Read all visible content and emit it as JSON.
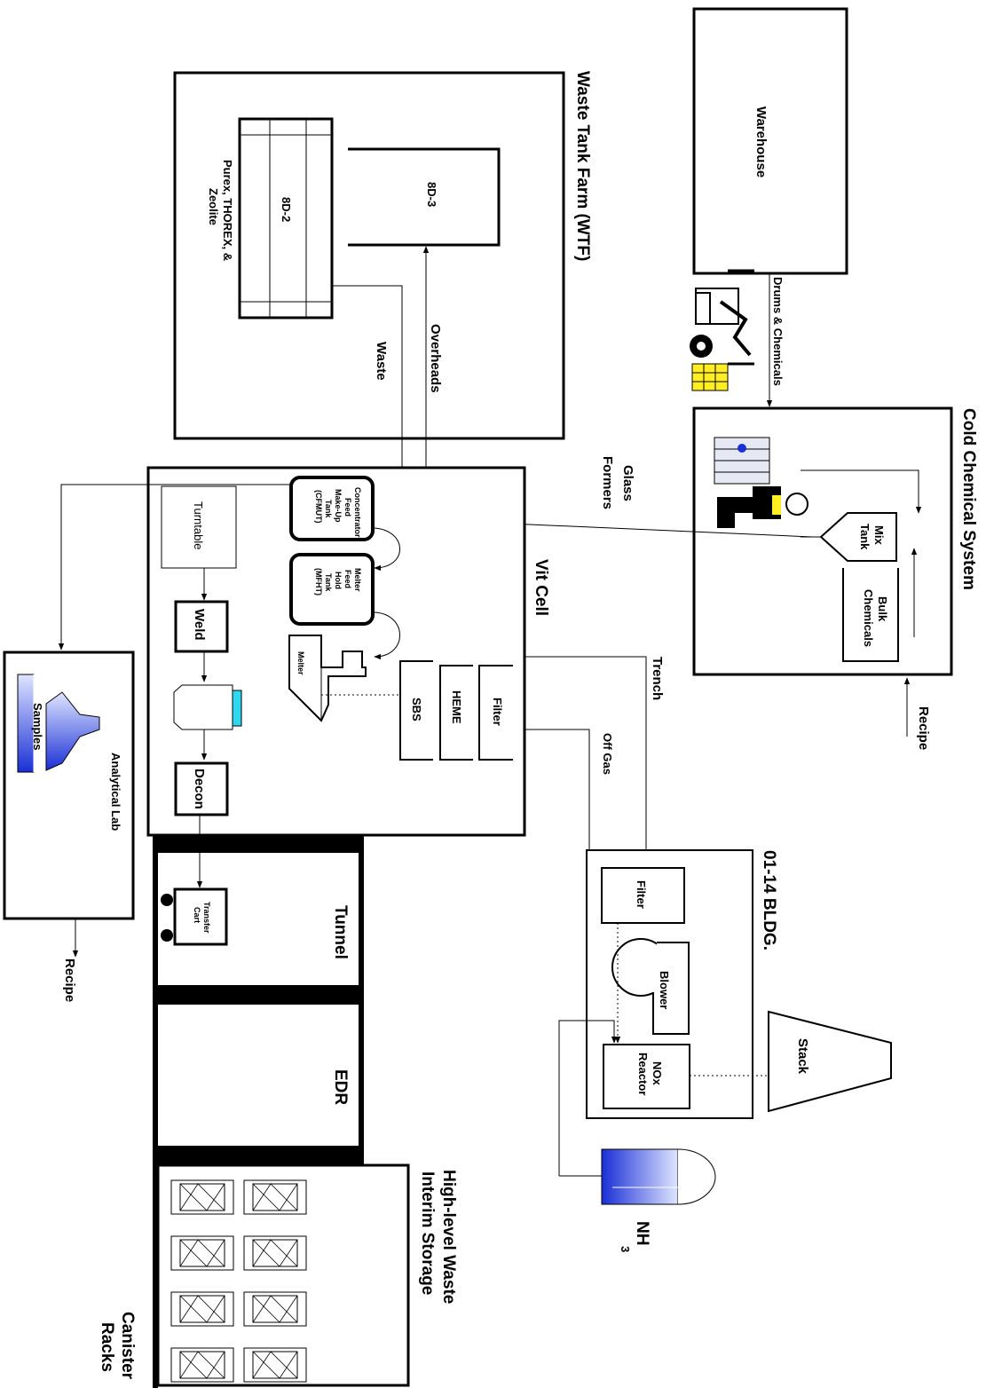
{
  "areas": {
    "warehouse": "Warehouse",
    "drums_chemicals": "Drums & Chemicals",
    "cold_chemical_system": "Cold Chemical System",
    "mix_tank": [
      "Mix",
      "Tank"
    ],
    "bulk_chemicals": [
      "Bulk",
      "Chemicals"
    ],
    "recipe_top": "Recipe",
    "glass_formers": [
      "Glass",
      "Formers"
    ],
    "wtf": "Waste Tank Farm (WTF)",
    "tank_8d3": "8D-3",
    "tank_8d2": "8D-2",
    "purex": [
      "Purex, THOREX, &",
      "Zeolite"
    ],
    "overheads": "Overheads",
    "waste": "Waste",
    "vit_cell": "Vit Cell",
    "cfmut": [
      "Concentrator",
      "Feed",
      "Make-Up",
      "Tank",
      "(CFMUT)"
    ],
    "mfht": [
      "Melter",
      "Feed",
      "Hold",
      "Tank",
      "(MFHT)"
    ],
    "melter": "Melter",
    "filter": "Filter",
    "heme": "HEME",
    "sbs": "SBS",
    "turntable": "Turntable",
    "weld": "Weld",
    "decon": "Decon",
    "trench": "Trench",
    "off_gas": "Off Gas",
    "bldg": "01-14 BLDG.",
    "bldg_filter": "Filter",
    "blower": "Blower",
    "nox_reactor": [
      "NOx",
      "Reactor"
    ],
    "stack": "Stack",
    "nh3": "NH",
    "nh3_sub": "3",
    "tunnel": "Tunnel",
    "transfer_cart": [
      "Transfer",
      "Cart"
    ],
    "edr": "EDR",
    "hlw_storage": [
      "High-level Waste",
      "Interim Storage"
    ],
    "canister_racks": [
      "Canister",
      "Racks"
    ],
    "analytical_lab": "Analytical Lab",
    "samples": "Samples",
    "recipe_bottom": "Recipe"
  },
  "colors": {
    "blue_dark": "#1a2fd6",
    "blue_light": "#dfe6ff",
    "cyan": "#2fd8f0",
    "yellow": "#ffee22"
  }
}
